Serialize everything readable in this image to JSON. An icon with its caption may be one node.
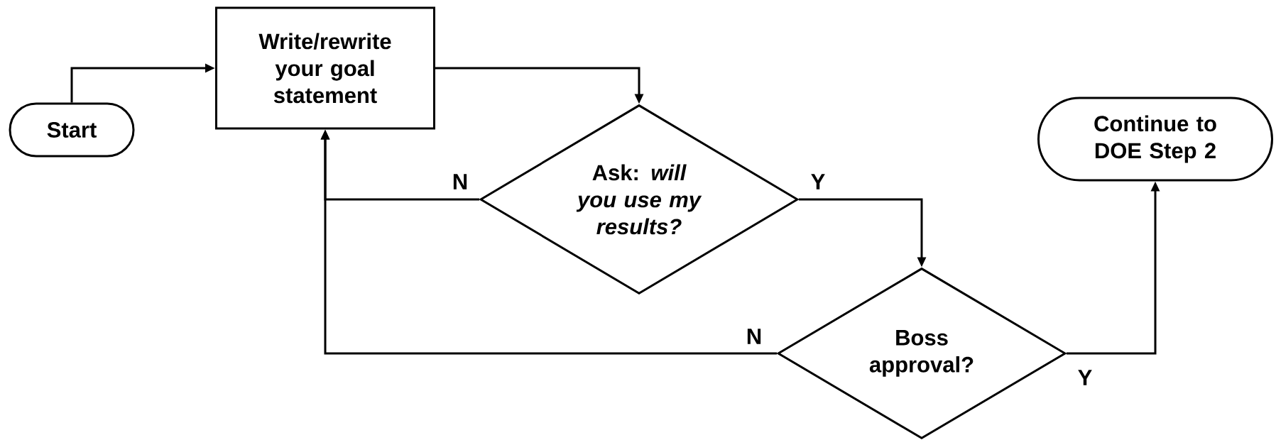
{
  "diagram": {
    "nodes": [
      {
        "text": [
          "Start"
        ]
      },
      {
        "text": [
          "Write/rewrite your goal statement"
        ]
      },
      {
        "text": [
          "Ask: *will you use my results?*"
        ]
      },
      {
        "text": [
          "Boss approval?"
        ]
      },
      {
        "text": [
          "Continue to DOE Step 2"
        ]
      }
    ],
    "edges": [
      {
        "from": 0,
        "to": 1,
        "arrow": "to"
      },
      {
        "from": 1,
        "to": 2,
        "arrow": "to"
      },
      {
        "from": 2,
        "to": 1,
        "arrow": "to",
        "label": "N"
      },
      {
        "from": 2,
        "to": 3,
        "arrow": "to",
        "label": "Y"
      },
      {
        "from": 3,
        "to": 1,
        "arrow": "to",
        "label": "N"
      },
      {
        "from": 3,
        "to": 4,
        "arrow": "to",
        "label": "Y"
      }
    ]
  }
}
